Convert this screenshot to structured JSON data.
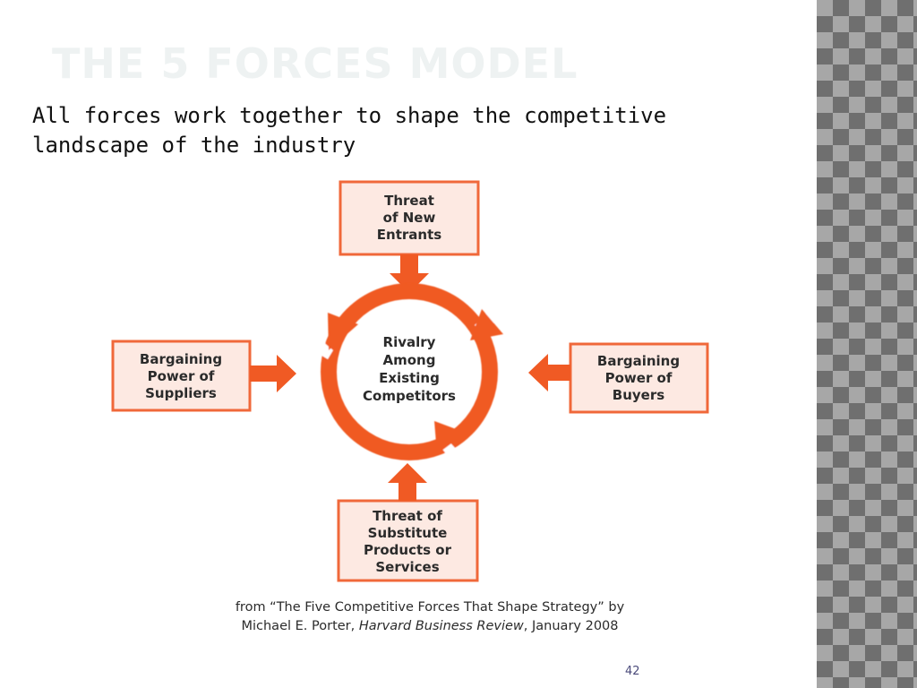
{
  "slide": {
    "title": "THE 5 FORCES MODEL",
    "subtitle": "All forces work together to shape the competitive landscape of the industry",
    "page_number": "42"
  },
  "diagram": {
    "colors": {
      "accent": "#f05a24",
      "box_fill": "#fde9e2",
      "box_border": "#f0683a"
    },
    "center": [
      "Rivalry",
      "Among",
      "Existing",
      "Competitors"
    ],
    "top": [
      "Threat",
      "of New",
      "Entrants"
    ],
    "left": [
      "Bargaining",
      "Power of",
      "Suppliers"
    ],
    "right": [
      "Bargaining",
      "Power of",
      "Buyers"
    ],
    "bottom": [
      "Threat of",
      "Substitute",
      "Products or",
      "Services"
    ],
    "citation": {
      "line1": "from “The Five Competitive Forces That Shape Strategy” by",
      "author": "Michael E. Porter,",
      "journal": "Harvard Business Review",
      "date": ", January 2008"
    }
  }
}
